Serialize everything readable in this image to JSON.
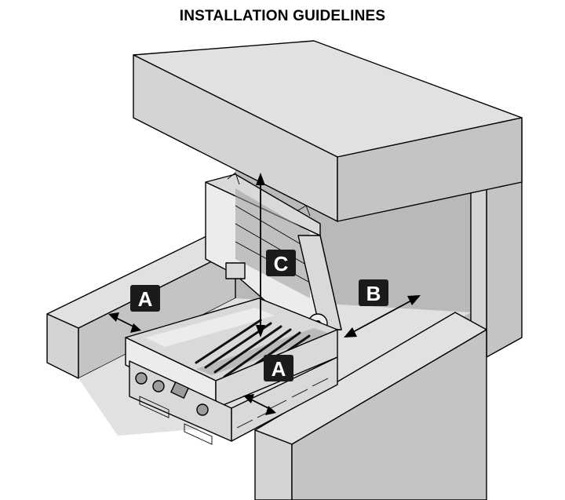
{
  "title": "INSTALLATION GUIDELINES",
  "labels": {
    "a_left": "A",
    "a_front": "A",
    "b": "B",
    "c": "C"
  },
  "colors": {
    "enclosure_face": "#d4d4d4",
    "enclosure_top": "#e1e1e1",
    "back_wall": "#b9b9b9",
    "badge": "#1b1b1b"
  },
  "icons": [
    "double-headed-arrow-icon",
    "clearance-arrow-icon"
  ]
}
